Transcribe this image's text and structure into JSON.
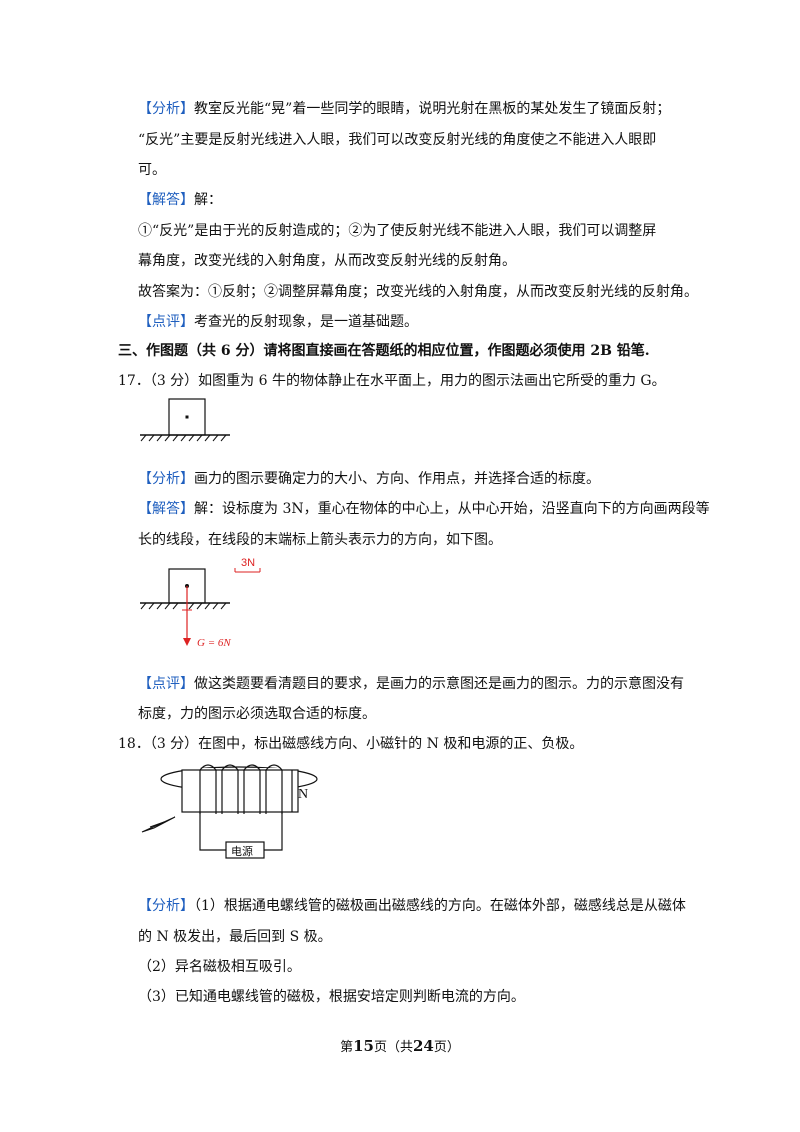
{
  "tags": {
    "analysis": "【分析】",
    "answer": "【解答】",
    "comment": "【点评】"
  },
  "q16": {
    "analysis_l1": "教室反光能“晃”着一些同学的眼睛，说明光射在黑板的某处发生了镜面反射；",
    "analysis_l2": "“反光”主要是反射光线进入人眼，我们可以改变反射光线的角度使之不能进入人眼即",
    "analysis_l3": "可。",
    "answer_head": "解：",
    "answer_l1": "①“反光”是由于光的反射造成的；②为了使反射光线不能进入人眼，我们可以调整屏",
    "answer_l2": "幕角度，改变光线的入射角度，从而改变反射光线的反射角。",
    "answer_l3": "故答案为：①反射；②调整屏幕角度；改变光线的入射角度，从而改变反射光线的反射角。",
    "comment": "考查光的反射现象，是一道基础题。"
  },
  "section3": "三、作图题（共 6 分）请将图直接画在答题纸的相应位置，作图题必须使用 2B 铅笔.",
  "q17": {
    "question": "17．（3 分）如图重为 6 牛的物体静止在水平面上，用力的图示法画出它所受的重力 G。",
    "analysis": "画力的图示要确定力的大小、方向、作用点，并选择合适的标度。",
    "answer_l1": "解：设标度为 3N，重心在物体的中心上，从中心开始，沿竖直向下的方向画两段等",
    "answer_l2": "长的线段，在线段的末端标上箭头表示力的方向，如下图。",
    "scale_label": "3N",
    "force_label": "G = 6N",
    "comment_l1": "做这类题要看清题目的要求，是画力的示意图还是画力的图示。力的示意图没有",
    "comment_l2": "标度，力的图示必须选取合适的标度。"
  },
  "q18": {
    "question": "18．（3 分）在图中，标出磁感线方向、小磁针的 N 极和电源的正、负极。",
    "magnet_label": "N",
    "source_label": "电源",
    "analysis_l1": "（1）根据通电螺线管的磁极画出磁感线的方向。在磁体外部，磁感线总是从磁体",
    "analysis_l2": "的 N 极发出，最后回到 S 极。",
    "analysis_l3": "（2）异名磁极相互吸引。",
    "analysis_l4": "（3）已知通电螺线管的磁极，根据安培定则判断电流的方向。"
  },
  "footer": {
    "prefix": "第",
    "page": "15",
    "mid": "页（共",
    "total": "24",
    "suffix": "页）"
  }
}
